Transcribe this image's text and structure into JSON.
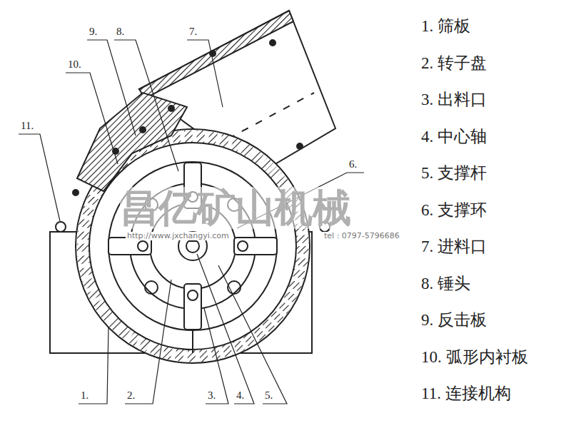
{
  "diagram": {
    "labels": [
      "9.",
      "8.",
      "7.",
      "10.",
      "11.",
      "6.",
      "昌亿矿山机械",
      "http://www.jxchangyi.com",
      "tel : 0797-5796686",
      "1.",
      "2.",
      "3.",
      "4.",
      "5.",
      "1. 筛板",
      "2. 转子盘",
      "3. 出料口",
      "4. 中心轴",
      "5. 支撑杆",
      "6. 支撑环",
      "7. 进料口",
      "8. 锤头",
      "9. 反击板",
      "10. 弧形内衬板",
      "11. 连接机构"
    ]
  }
}
